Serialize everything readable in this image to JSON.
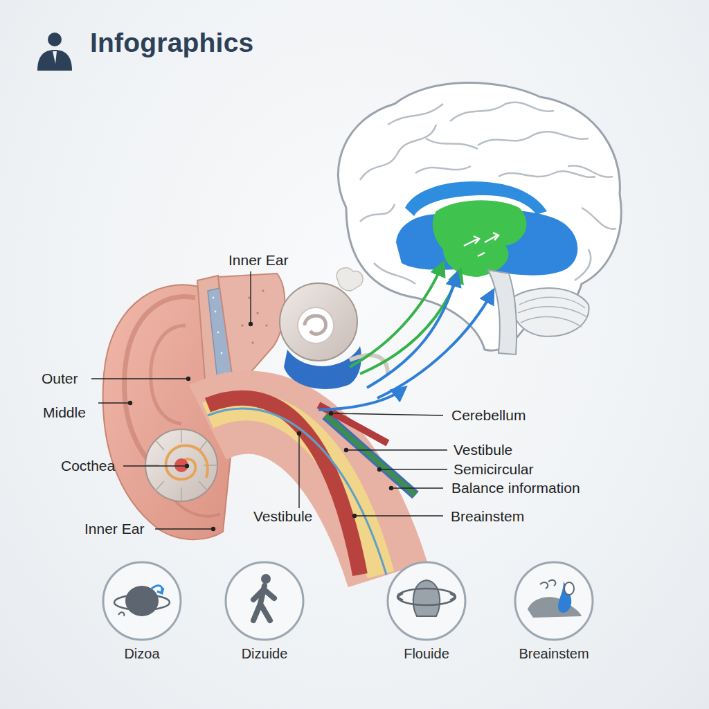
{
  "diagram": {
    "title": "Infographics",
    "nodes": [
      {
        "text": [
          "Dizoa"
        ]
      },
      {
        "text": [
          "Dizuide"
        ]
      },
      {
        "text": [
          "Flouide"
        ]
      },
      {
        "text": [
          "Breainstem"
        ]
      }
    ],
    "labels": [
      "Inner Ear",
      "Outer",
      "Middle",
      "Cocthea",
      "Inner Ear",
      "Vestibule",
      "Cerebellum",
      "Vestibule",
      "Semicircular",
      "Balance information",
      "Breainstem"
    ]
  }
}
